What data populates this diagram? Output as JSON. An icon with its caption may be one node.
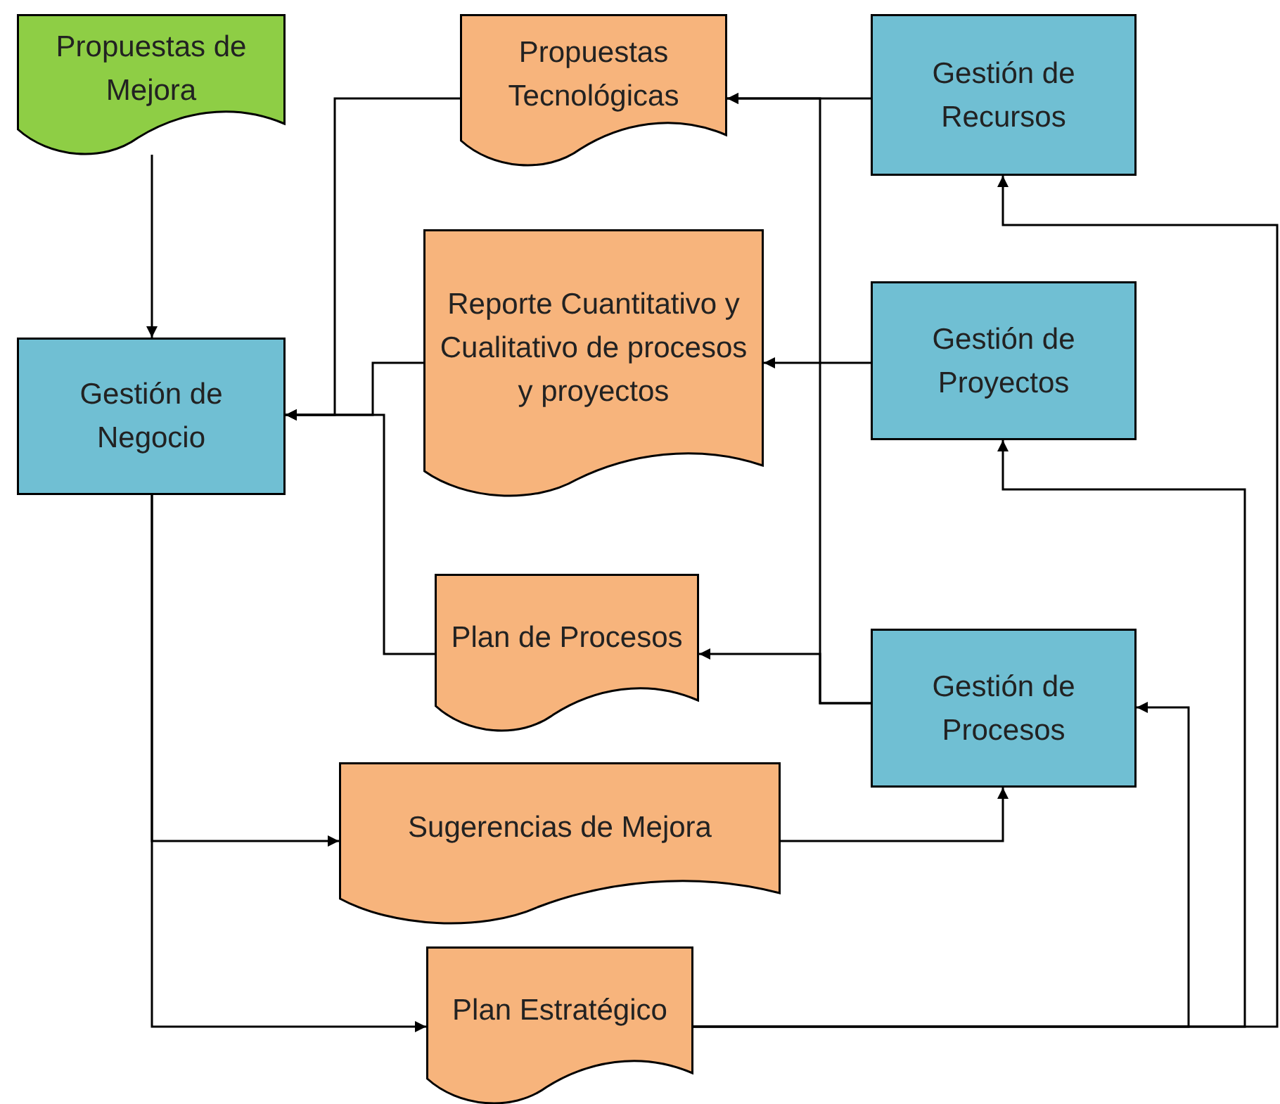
{
  "diagram": {
    "nodes": [
      {
        "text": [
          "Propuestas de Mejora"
        ]
      },
      {
        "text": [
          "Propuestas Tecnológicas"
        ]
      },
      {
        "text": [
          "Gestión de Recursos"
        ]
      },
      {
        "text": [
          "Gestión de Negocio"
        ]
      },
      {
        "text": [
          "Reporte Cuantitativo y Cualitativo de procesos y proyectos"
        ]
      },
      {
        "text": [
          "Gestión de Proyectos"
        ]
      },
      {
        "text": [
          "Plan de Procesos"
        ]
      },
      {
        "text": [
          "Gestión de Procesos"
        ]
      },
      {
        "text": [
          "Sugerencias de Mejora"
        ]
      },
      {
        "text": [
          "Plan Estratégico"
        ]
      }
    ],
    "edges": [
      {
        "from": 0,
        "to": 3,
        "arrow": "to"
      },
      {
        "from": 1,
        "to": 3,
        "arrow": "to"
      },
      {
        "from": 4,
        "to": 3,
        "arrow": "to"
      },
      {
        "from": 6,
        "to": 3,
        "arrow": "to"
      },
      {
        "from": 2,
        "to": 1,
        "arrow": "to"
      },
      {
        "from": 7,
        "to": 1,
        "arrow": "to"
      },
      {
        "from": 5,
        "to": 4,
        "arrow": "to"
      },
      {
        "from": 7,
        "to": 6,
        "arrow": "to"
      },
      {
        "from": 3,
        "to": 8,
        "arrow": "to"
      },
      {
        "from": 3,
        "to": 9,
        "arrow": "to"
      },
      {
        "from": 8,
        "to": 7,
        "arrow": "to"
      },
      {
        "from": 9,
        "to": 2,
        "arrow": "to"
      },
      {
        "from": 9,
        "to": 5,
        "arrow": "to"
      },
      {
        "from": 9,
        "to": 7,
        "arrow": "to"
      }
    ]
  }
}
